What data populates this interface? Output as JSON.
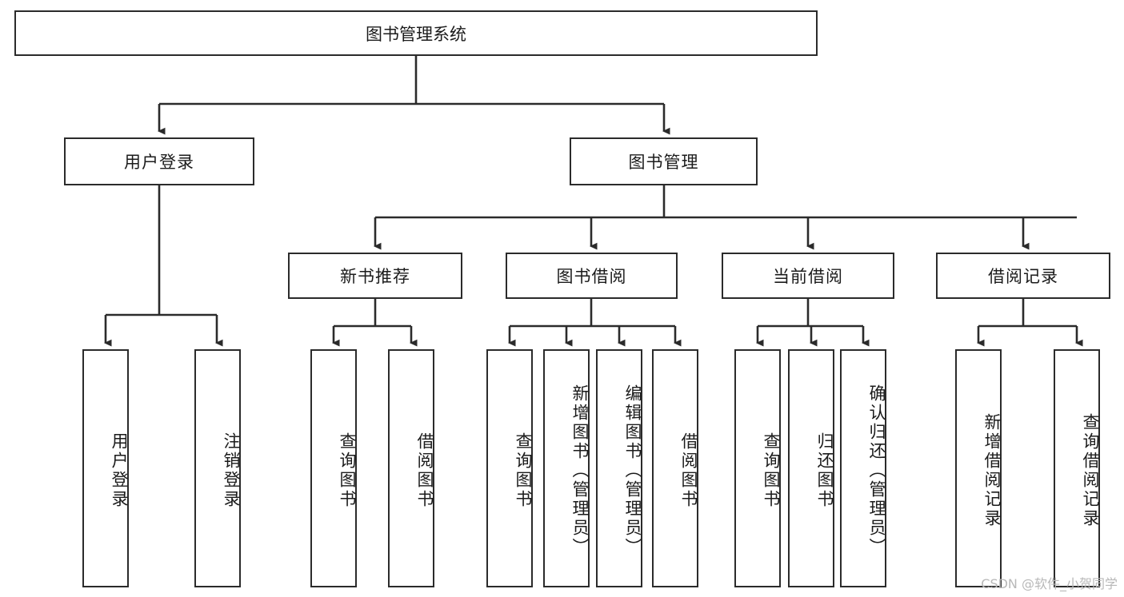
{
  "diagram": {
    "type": "tree",
    "title": "图书管理系统",
    "watermark": "CSDN @软件_小贺同学",
    "colors": {
      "background": "#ffffff",
      "box_border": "#2b2b2b",
      "box_fill": "#ffffff",
      "edge": "#2b2b2b",
      "text": "#1b1b1b",
      "watermark": "#b8b8b8"
    },
    "nodes": {
      "root": {
        "label": "图书管理系统"
      },
      "level2": [
        {
          "id": "user-login",
          "label": "用户登录"
        },
        {
          "id": "book-management",
          "label": "图书管理"
        }
      ],
      "level3": [
        {
          "id": "new-book-recommend",
          "label": "新书推荐"
        },
        {
          "id": "book-borrow",
          "label": "图书借阅"
        },
        {
          "id": "current-borrow",
          "label": "当前借阅"
        },
        {
          "id": "borrow-record",
          "label": "借阅记录"
        }
      ],
      "leaves": {
        "user-login": [
          {
            "id": "leaf-user-login",
            "label": "用户登录"
          },
          {
            "id": "leaf-logout",
            "label": "注销登录"
          }
        ],
        "new-book-recommend": [
          {
            "id": "leaf-query-book-1",
            "label": "查询图书"
          },
          {
            "id": "leaf-borrow-book-1",
            "label": "借阅图书"
          }
        ],
        "book-borrow": [
          {
            "id": "leaf-query-book-2",
            "label": "查询图书"
          },
          {
            "id": "leaf-add-book",
            "label": "新增图书（管理员）"
          },
          {
            "id": "leaf-edit-book",
            "label": "编辑图书（管理员）"
          },
          {
            "id": "leaf-borrow-book-2",
            "label": "借阅图书"
          }
        ],
        "current-borrow": [
          {
            "id": "leaf-query-book-3",
            "label": "查询图书"
          },
          {
            "id": "leaf-return-book",
            "label": "归还图书"
          },
          {
            "id": "leaf-confirm-return",
            "label": "确认归还（管理员）"
          }
        ],
        "borrow-record": [
          {
            "id": "leaf-add-record",
            "label": "新增借阅记录"
          },
          {
            "id": "leaf-query-record",
            "label": "查询借阅记录"
          }
        ]
      }
    }
  }
}
